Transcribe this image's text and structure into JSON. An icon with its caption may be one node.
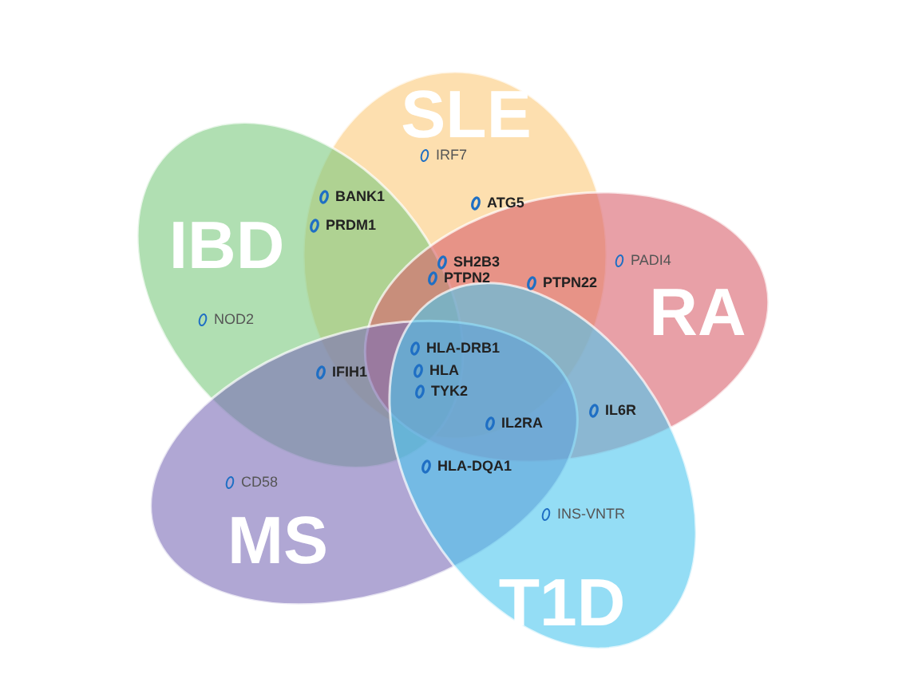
{
  "diagram": {
    "nodes": [
      {
        "text": [
          "SLE"
        ]
      },
      {
        "text": [
          "IBD"
        ]
      },
      {
        "text": [
          "RA"
        ]
      },
      {
        "text": [
          "MS"
        ]
      },
      {
        "text": [
          "T1D"
        ]
      }
    ],
    "labels": [
      "IRF7",
      "BANK1",
      "PRDM1",
      "ATG5",
      "PADI4",
      "NOD2",
      "SH2B3",
      "PTPN2",
      "PTPN22",
      "HLA-DRB1",
      "HLA",
      "IFIH1",
      "TYK2",
      "IL6R",
      "IL2RA",
      "CD58",
      "HLA-DQA1",
      "INS-VNTR"
    ]
  }
}
